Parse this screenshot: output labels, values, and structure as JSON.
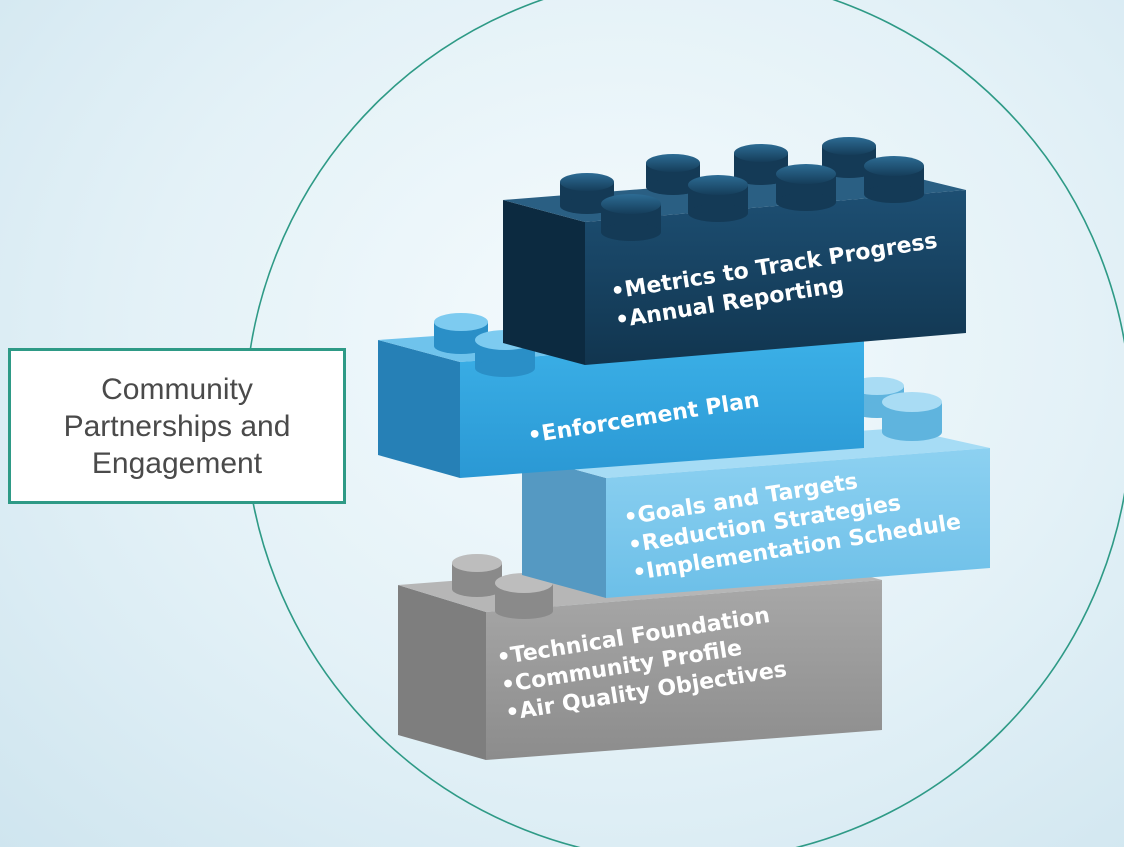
{
  "side_label": {
    "text": "Community Partnerships and Engagement"
  },
  "bricks": {
    "top": {
      "lines": [
        "Metrics to Track Progress",
        "Annual Reporting"
      ],
      "color": "#15405e"
    },
    "upper": {
      "lines": [
        "Enforcement Plan"
      ],
      "color": "#33a6df"
    },
    "middle": {
      "lines": [
        "Goals and Targets",
        "Reduction Strategies",
        "Implementation Schedule"
      ],
      "color": "#7dc7eb"
    },
    "bottom": {
      "lines": [
        "Technical Foundation",
        "Community Profile",
        "Air Quality Objectives"
      ],
      "color": "#9b9b9b"
    }
  },
  "colors": {
    "circle_outline": "#2e9a86",
    "label_border": "#2e9a86"
  }
}
